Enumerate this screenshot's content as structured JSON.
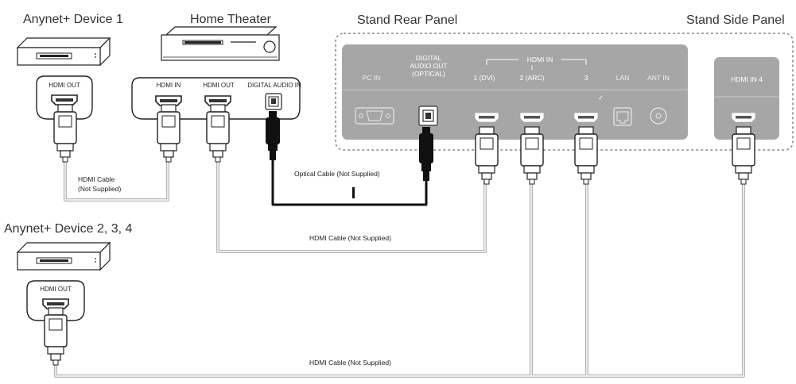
{
  "titles": {
    "anynet1": "Anynet+ Device 1",
    "home_theater": "Home Theater",
    "rear_panel": "Stand Rear Panel",
    "side_panel": "Stand Side Panel",
    "anynet234": "Anynet+ Device 2, 3, 4"
  },
  "device_ports": {
    "anynet1_out": "HDMI OUT",
    "ht_in": "HDMI IN",
    "ht_out": "HDMI OUT",
    "ht_audio": "DIGITAL AUDIO IN",
    "anynet234_out": "HDMI OUT"
  },
  "rear_panel": {
    "pc_in": "PC IN",
    "digital_audio_line1": "DIGITAL",
    "digital_audio_line2": "AUDIO OUT",
    "digital_audio_line3": "(OPTICAL)",
    "hdmi_in_group": "HDMI IN",
    "hdmi_in_mark": "I",
    "hdmi1": "1 (DVI)",
    "hdmi2": "2 (ARC)",
    "hdmi3": "3",
    "lan": "LAN",
    "ant_in": "ANT IN"
  },
  "side_panel": {
    "hdmi4": "HDMI IN 4"
  },
  "cables": {
    "hdmi_cable_line1": "HDMI Cable",
    "hdmi_cable_line2": "(Not Supplied)",
    "optical": "Optical Cable (Not Supplied)",
    "hdmi_mid": "HDMI Cable (Not Supplied)",
    "hdmi_bottom": "HDMI Cable (Not Supplied)"
  },
  "colors": {
    "panel": "#a6a6a6",
    "wire": "#b5b5b5",
    "optical_wire": "#111111"
  }
}
